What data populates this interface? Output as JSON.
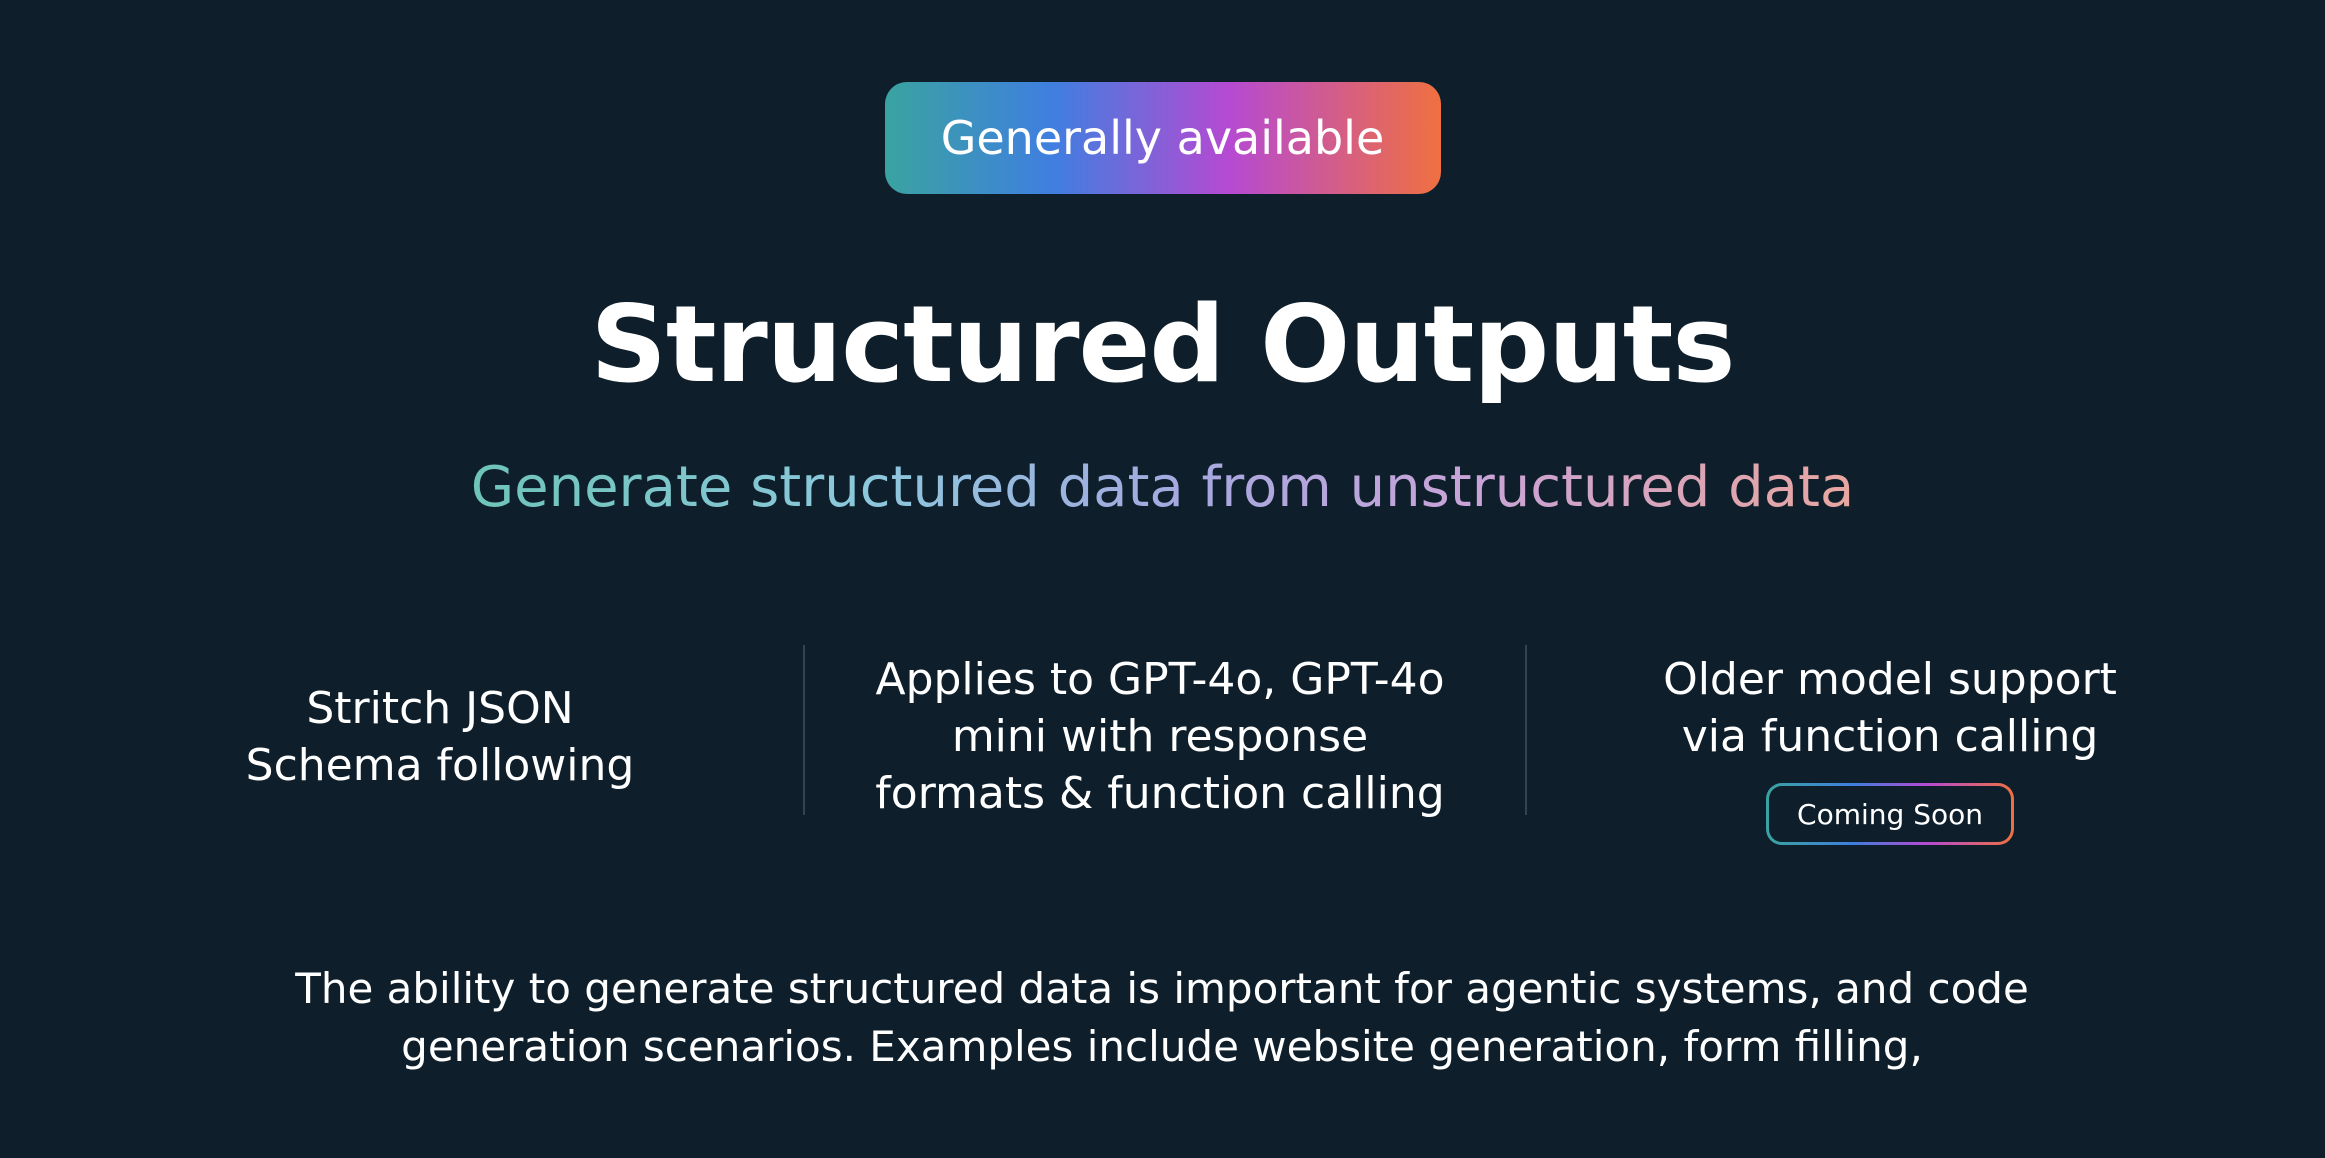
{
  "badge": {
    "label": "Generally available"
  },
  "title": "Structured Outputs",
  "subtitle": "Generate structured data from unstructured data",
  "features": [
    {
      "text": "Stritch JSON Schema following"
    },
    {
      "text": "Applies to GPT-4o, GPT-4o mini with response formats & function calling"
    },
    {
      "text": "Older model support via function calling",
      "badge": "Coming Soon"
    }
  ],
  "body": "The ability to generate structured data is important for agentic systems, and code generation scenarios. Examples include website generation, form filling,",
  "colors": {
    "background": "#0e1f2b",
    "gradient_teal": "#3aa3a0",
    "gradient_blue": "#3f7fe0",
    "gradient_purple": "#b64ad2",
    "gradient_orange": "#f07040"
  }
}
